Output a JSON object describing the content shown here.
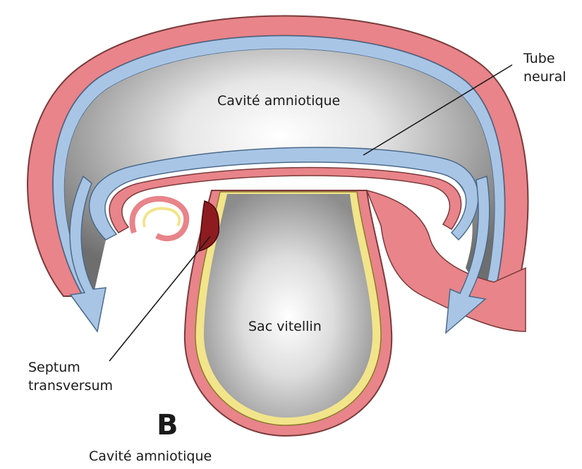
{
  "figure": {
    "panel_letter": "B",
    "labels": {
      "amniotic_cavity_top": "Cavité amniotique",
      "neural_tube_line1": "Tube",
      "neural_tube_line2": "neural",
      "yolk_sac": "Sac vitellin",
      "septum_line1": "Septum",
      "septum_line2": "transversum",
      "amniotic_cavity_bottom": "Cavité amniotique"
    },
    "colors": {
      "ectoderm_pink": "#e8848a",
      "amnion_blue": "#a9c5e6",
      "endoderm_yellow": "#f2e48a",
      "septum_red": "#8e1b1f",
      "cavity_gray": "#8a8a8a",
      "arrow_blue": "#a9c5e6"
    }
  }
}
